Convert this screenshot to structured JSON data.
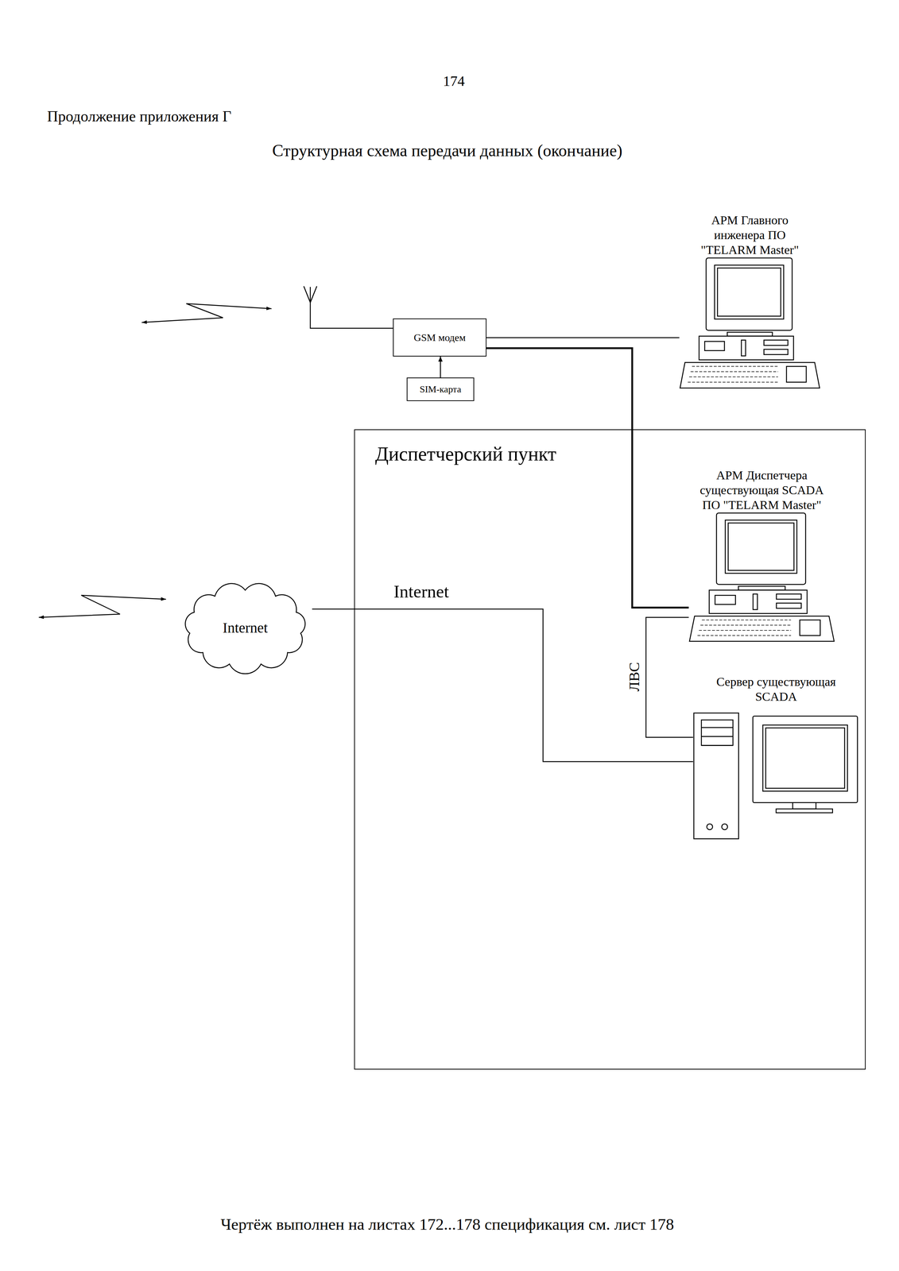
{
  "diagram": {
    "title": "Структурная схема передачи данных (окончание)",
    "nodes": [
      {
        "text": [
          "АРМ Главного инженера ПО \"TELARM Master\""
        ]
      },
      {
        "text": [
          "GSM модем"
        ]
      },
      {
        "text": [
          "SIM-карта"
        ]
      },
      {
        "text": [
          "Диспетчерский пункт"
        ]
      },
      {
        "text": [
          "АРМ Диспетчера существующая SCADA ПО \"TELARM Master\""
        ],
        "in": 3
      },
      {
        "text": [
          "Сервер существующая SCADA"
        ],
        "in": 3
      },
      {
        "text": [
          "Internet"
        ]
      }
    ],
    "edges": [
      {
        "from": 2,
        "to": 1,
        "arrow": "to"
      },
      {
        "from": 1,
        "to": 0,
        "arrow": "none"
      },
      {
        "from": 1,
        "to": 4,
        "arrow": "none"
      },
      {
        "from": 6,
        "to": 5,
        "label": "Internet",
        "arrow": "none"
      },
      {
        "from": 4,
        "to": 5,
        "label": "ЛВС",
        "arrow": "none"
      }
    ],
    "labels": [
      "174",
      "Продолжение приложения Г",
      "Чертёж выполнен на листах 172...178 спецификация см. лист 178"
    ]
  }
}
